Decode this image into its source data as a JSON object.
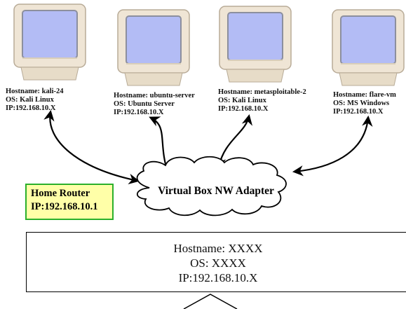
{
  "machines": [
    {
      "hostname_line": "Hostname: kali-24",
      "os_line": "OS: Kali Linux",
      "ip_line": "IP:192.168.10.X"
    },
    {
      "hostname_line": "Hostname: ubuntu-server",
      "os_line": "OS: Ubuntu Server",
      "ip_line": "IP:192.168.10.X"
    },
    {
      "hostname_line": "Hostname: metasploitable-2",
      "os_line": "OS: Kali Linux",
      "ip_line": "IP:192.168.10.X"
    },
    {
      "hostname_line": "Hostname: flare-vm",
      "os_line": "OS: MS Windows",
      "ip_line": "IP:192.168.10.X"
    }
  ],
  "cloud": {
    "label": "Virtual Box NW Adapter"
  },
  "router": {
    "title": "Home Router",
    "ip": "IP:192.168.10.1"
  },
  "host": {
    "hostname_line": "Hostname: XXXX",
    "os_line": "OS: XXXX",
    "ip_line": "IP:192.168.10.X"
  },
  "colors": {
    "screen": "#b3bcf5",
    "monitor_body": "#efe5d5",
    "router_fill": "#ffffa8",
    "router_border": "#2bb02b"
  }
}
